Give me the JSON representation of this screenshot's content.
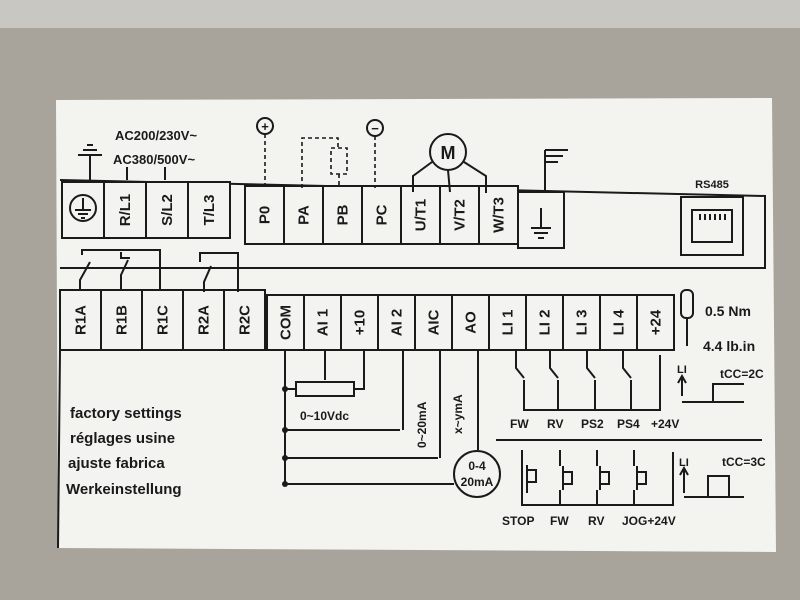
{
  "supply": {
    "line1": "AC200/230V~",
    "line2": "AC380/500V~"
  },
  "power_terminals": [
    "R/L1",
    "S/L2",
    "T/L3"
  ],
  "dc_motor_terminals": [
    "P0",
    "PA",
    "PB",
    "PC",
    "U/T1",
    "V/T2",
    "W/T3"
  ],
  "symbols": {
    "plus": "+",
    "minus": "−",
    "motor": "M"
  },
  "rs485": {
    "label": "RS485"
  },
  "relay_terminals": [
    "R1A",
    "R1B",
    "R1C",
    "R2A",
    "R2C"
  ],
  "control_terminals": [
    "COM",
    "AI 1",
    "+10",
    "AI 2",
    "AIC",
    "AO",
    "LI 1",
    "LI 2",
    "LI 3",
    "LI 4",
    "+24"
  ],
  "torque": {
    "nm": "0.5 Nm",
    "lbin": "4.4 lb.in"
  },
  "factory_settings": [
    "factory settings",
    "réglages usine",
    "ajuste fabrica",
    "Werkeinstellung"
  ],
  "analog": {
    "voltage": "0~10Vdc",
    "current": "0~20mA",
    "aic": "x~ymA",
    "ao_line1": "0-4",
    "ao_line2": "20mA"
  },
  "two_wire": {
    "labels": [
      "FW",
      "RV",
      "PS2",
      "PS4",
      "+24V"
    ],
    "li": "LI",
    "tcc": "tCC=2C"
  },
  "three_wire": {
    "labels": [
      "STOP",
      "FW",
      "RV",
      "JOG+24V"
    ],
    "li": "LI",
    "tcc": "tCC=3C"
  }
}
